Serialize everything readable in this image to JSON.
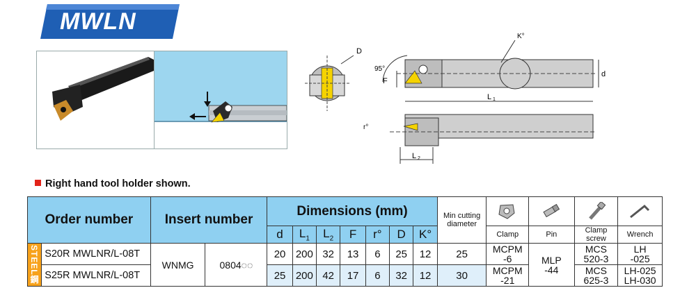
{
  "title": "MWLN",
  "note": "Right hand tool holder shown.",
  "diagram_labels": {
    "D": "D",
    "angle95": "95°",
    "F": "F",
    "kappa": "K°",
    "d": "d",
    "L1": "L",
    "L1_sub": "1",
    "L2": "L",
    "L2_sub": "2",
    "r": "r°"
  },
  "table": {
    "order_number": "Order number",
    "insert_number": "Insert number",
    "dimensions": "Dimensions (mm)",
    "min_cutting": "Min cutting diameter",
    "cols": [
      "d",
      "L",
      "L",
      "F",
      "r°",
      "D",
      "K°"
    ],
    "col_subs": [
      "",
      "1",
      "2",
      "",
      "",
      "",
      ""
    ],
    "clamp": "Clamp",
    "pin": "Pin",
    "clamp_screw": "Clamp screw",
    "wrench": "Wrench",
    "steel_label": "STEEL鋼",
    "insert_type": "WNMG",
    "insert_code": "0804◌◌",
    "pin_value": "MLP -44",
    "rows": [
      {
        "order": "S20R MWLNR/L-08T",
        "vals": [
          "20",
          "200",
          "32",
          "13",
          "6",
          "25",
          "12"
        ],
        "min_diam": "25",
        "clamp": "MCPM -6",
        "screw": "MCS 520-3",
        "wrench": "LH -025"
      },
      {
        "order": "S25R MWLNR/L-08T",
        "vals": [
          "25",
          "200",
          "42",
          "17",
          "6",
          "32",
          "12"
        ],
        "min_diam": "30",
        "clamp": "MCPM -21",
        "screw": "MCS 625-3",
        "wrench": "LH-025 LH-030"
      }
    ]
  },
  "colors": {
    "banner": "#1f5fb4",
    "header_blue": "#8fd0f1",
    "insert_yellow": "#f5d300",
    "steel_orange": "#f7a21b",
    "bullet_red": "#e2231a"
  }
}
